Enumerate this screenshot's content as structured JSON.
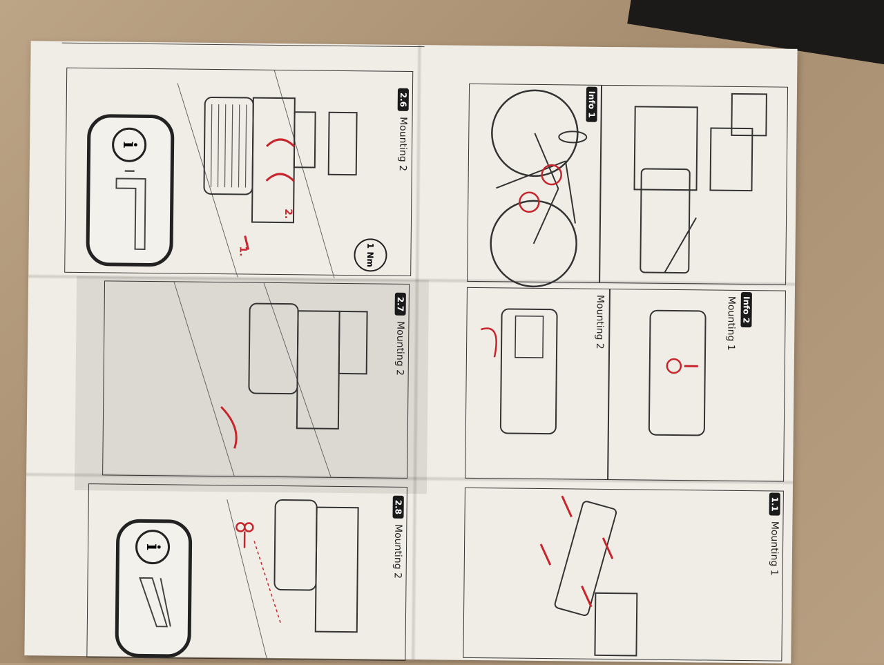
{
  "panels": {
    "p26": {
      "step": "2.6",
      "title": "Mounting 2",
      "torque": "1 Nm",
      "arrow1": "1.",
      "arrow2": "2."
    },
    "p27": {
      "step": "2.7",
      "title": "Mounting 2"
    },
    "p28": {
      "step": "2.8",
      "title": "Mounting 2"
    },
    "info1": {
      "step": "Info 1"
    },
    "info2": {
      "step": "Info 2",
      "title_a": "Mounting 1",
      "title_b": "Mounting 2"
    },
    "p11": {
      "step": "1.1",
      "title": "Mounting 1"
    }
  },
  "info_icon_glyph": "i",
  "colors": {
    "accent": "#c8242c",
    "line": "#2a2a2a",
    "paper": "#f0ede6"
  }
}
